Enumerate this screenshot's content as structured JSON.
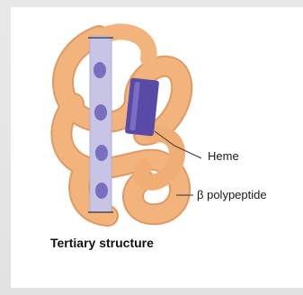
{
  "labels": {
    "heme": "Heme",
    "beta_polypeptide": "β polypeptide"
  },
  "caption": "Tertiary structure",
  "colors": {
    "ribbon": "#f3b37c",
    "ribbon_shadow": "#df9a63",
    "helix": "#c7c4e6",
    "helix_spot": "#7a6fbf",
    "heme": "#5a4aa8",
    "leader": "#333333"
  }
}
